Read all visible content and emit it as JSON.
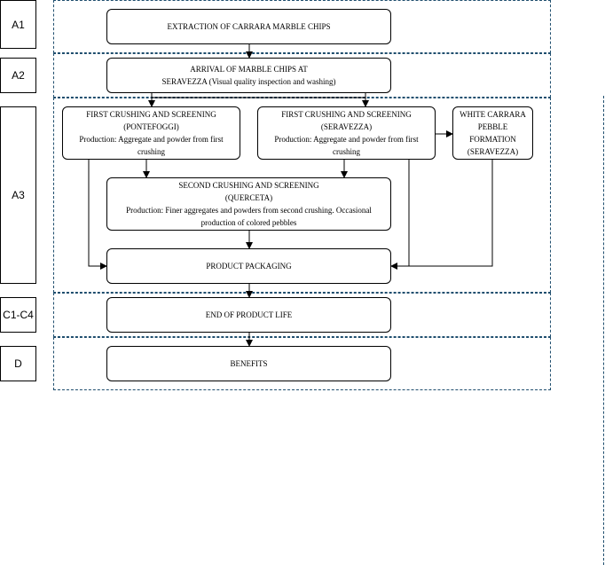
{
  "stages": [
    "A1",
    "A2",
    "A3",
    "C1-C4",
    "D"
  ],
  "boxes": {
    "extraction": {
      "lines": [
        "EXTRACTION OF CARRARA MARBLE CHIPS"
      ]
    },
    "arrival": {
      "lines": [
        "ARRIVAL OF MARBLE CHIPS AT",
        "SERAVEZZA (Visual quality inspection and washing)"
      ]
    },
    "first_pontefoggi": {
      "lines": [
        "FIRST CRUSHING AND SCREENING",
        "(PONTEFOGGI)",
        "Production: Aggregate and powder from first",
        "crushing"
      ]
    },
    "first_seravezza": {
      "lines": [
        "FIRST CRUSHING AND SCREENING",
        "(SERAVEZZA)",
        "Production: Aggregate and powder from first",
        "crushing"
      ]
    },
    "white_pebble": {
      "lines": [
        "WHITE CARRARA",
        "PEBBLE",
        "FORMATION",
        "(SERAVEZZA)"
      ]
    },
    "second_quercetа": {
      "lines": []
    },
    "second_querceta": {
      "lines": [
        "SECOND CRUSHING AND SCREENING",
        "(QUERCETA)",
        "Production: Finer aggregates and powders from second crushing. Occasional",
        "production of colored pebbles"
      ]
    },
    "packaging": {
      "lines": [
        "PRODUCT PACKAGING"
      ]
    },
    "end_of_life": {
      "lines": [
        "END OF PRODUCT LIFE"
      ]
    },
    "benefits": {
      "lines": [
        "BENEFITS"
      ]
    }
  },
  "colors": {
    "zone_border": "#1f4e6e",
    "line": "#000000",
    "highlight": "#f0c060"
  }
}
